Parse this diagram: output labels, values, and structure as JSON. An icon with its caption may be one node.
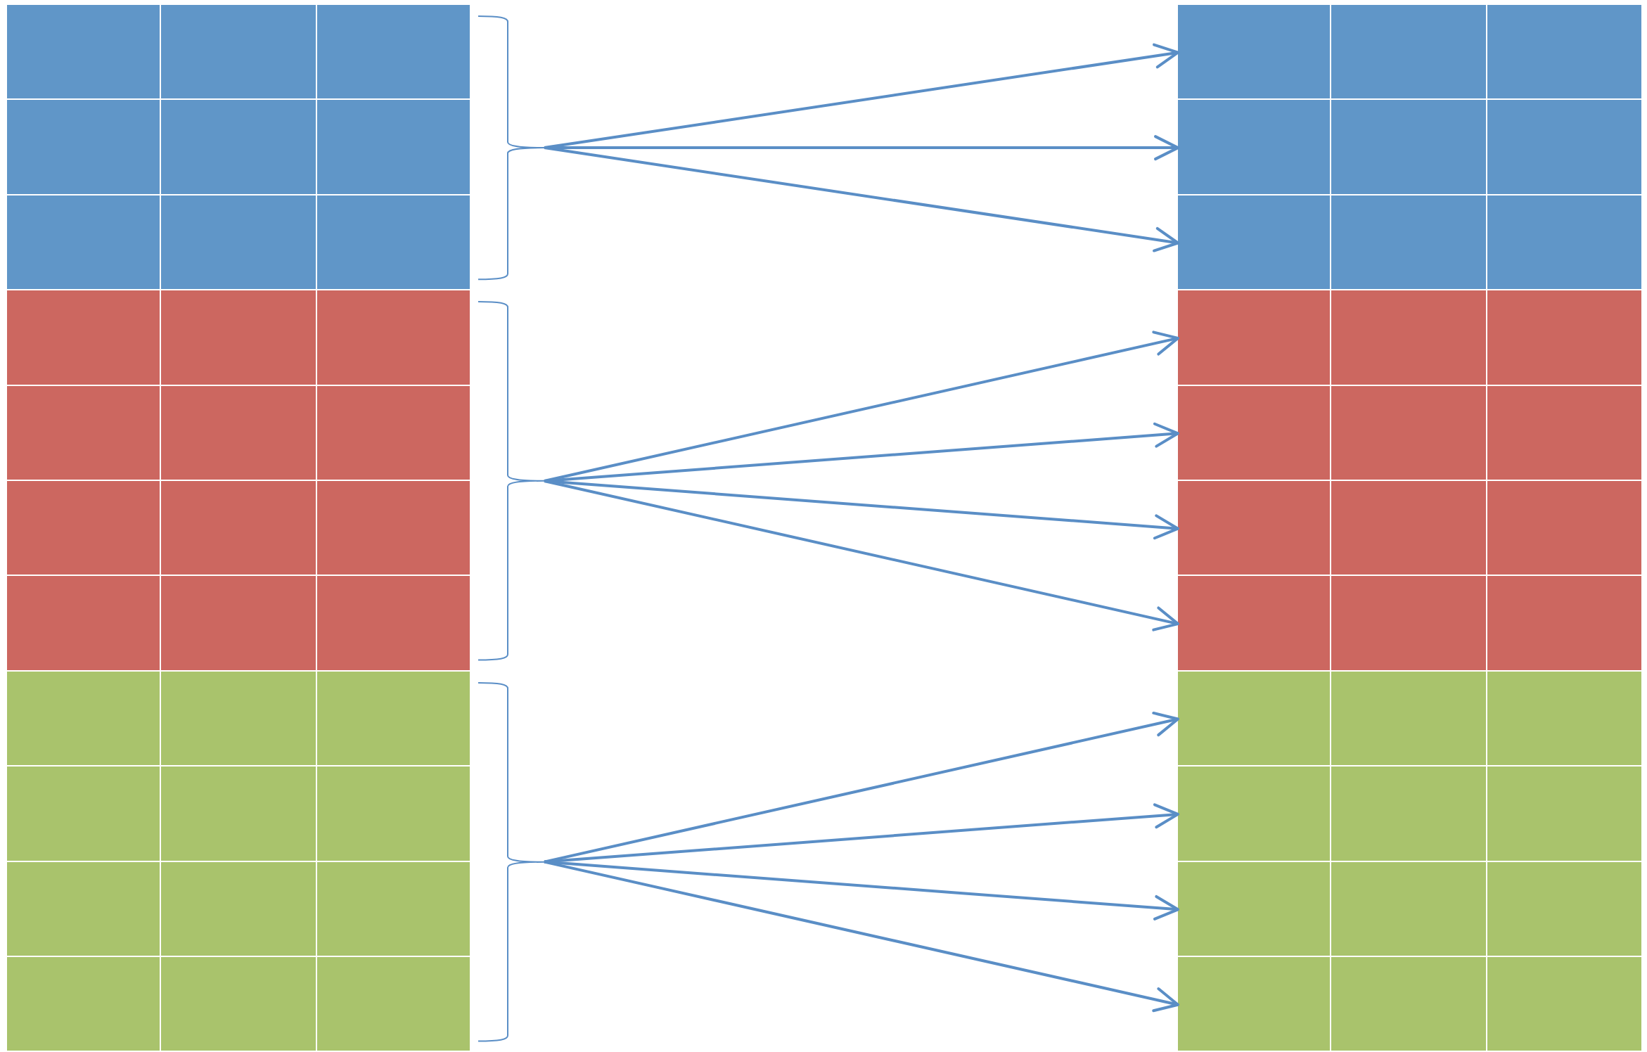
{
  "diagram": {
    "nodes": [
      {
        "text": [],
        "shape": "box"
      },
      {
        "text": [],
        "shape": "bar",
        "in": 0
      },
      {
        "text": [],
        "shape": "bar",
        "in": 0
      },
      {
        "text": [],
        "shape": "bar",
        "in": 0
      },
      {
        "text": [],
        "shape": "box"
      },
      {
        "text": [],
        "shape": "bar",
        "in": 4
      },
      {
        "text": [],
        "shape": "bar",
        "in": 4
      },
      {
        "text": [],
        "shape": "bar",
        "in": 4
      },
      {
        "text": [],
        "shape": "bar",
        "in": 4
      },
      {
        "text": [],
        "shape": "box"
      },
      {
        "text": [],
        "shape": "bar",
        "in": 9
      },
      {
        "text": [],
        "shape": "bar",
        "in": 9
      },
      {
        "text": [],
        "shape": "bar",
        "in": 9
      },
      {
        "text": [],
        "shape": "bar",
        "in": 9
      },
      {
        "text": [],
        "shape": "bar"
      },
      {
        "text": [],
        "shape": "bar"
      },
      {
        "text": [],
        "shape": "bar"
      },
      {
        "text": [],
        "shape": "bar"
      },
      {
        "text": [],
        "shape": "bar"
      },
      {
        "text": [],
        "shape": "bar"
      },
      {
        "text": [],
        "shape": "bar"
      },
      {
        "text": [],
        "shape": "bar"
      },
      {
        "text": [],
        "shape": "bar"
      },
      {
        "text": [],
        "shape": "bar"
      },
      {
        "text": [],
        "shape": "bar"
      }
    ],
    "edges": [
      {
        "from": 0,
        "to": 14,
        "arrow": "to"
      },
      {
        "from": 0,
        "to": 15,
        "arrow": "to"
      },
      {
        "from": 0,
        "to": 16,
        "arrow": "to"
      },
      {
        "from": 4,
        "to": 17,
        "arrow": "to"
      },
      {
        "from": 4,
        "to": 18,
        "arrow": "to"
      },
      {
        "from": 4,
        "to": 19,
        "arrow": "to"
      },
      {
        "from": 4,
        "to": 20,
        "arrow": "to"
      },
      {
        "from": 9,
        "to": 21,
        "arrow": "to"
      },
      {
        "from": 9,
        "to": 22,
        "arrow": "to"
      },
      {
        "from": 9,
        "to": 23,
        "arrow": "to"
      },
      {
        "from": 9,
        "to": 24,
        "arrow": "to"
      }
    ]
  }
}
